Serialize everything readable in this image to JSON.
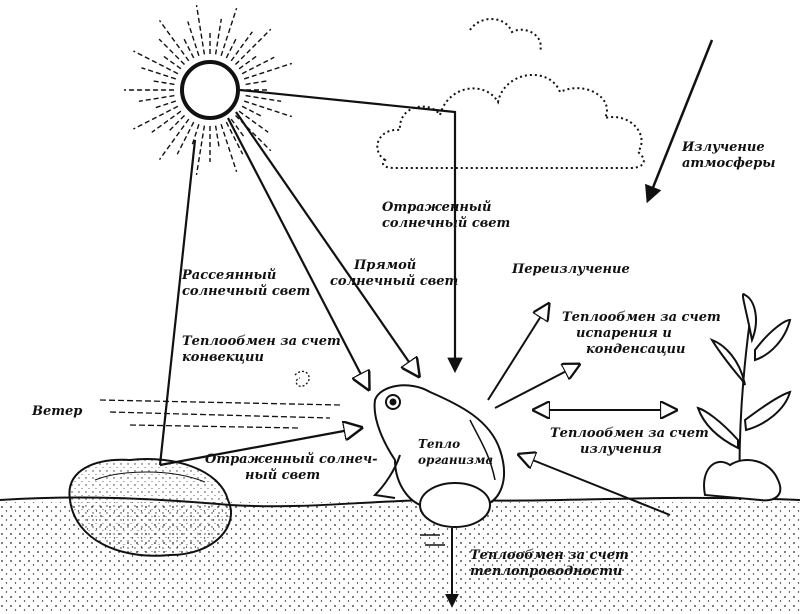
{
  "colors": {
    "ink": "#111111",
    "paper": "#ffffff"
  },
  "labels": {
    "atmosphere_radiation": [
      "Излучение",
      "атмосферы"
    ],
    "reflected_light_top": [
      "Отраженный",
      "солнечный свет"
    ],
    "direct_light": [
      "Прямой",
      "солнечный свет"
    ],
    "diffuse_light": [
      "Рассеянный",
      "солнечный свет"
    ],
    "reradiation": "Переизлучение",
    "evaporation": [
      "Теплообмен за счет",
      "испарения и",
      "конденсации"
    ],
    "convection": [
      "Теплообмен за счет",
      "конвекции"
    ],
    "wind": "Ветер",
    "radiation_exchange": [
      "Теплообмен за счет",
      "излучения"
    ],
    "body_heat": [
      "Тепло",
      "организма"
    ],
    "reflected_light_ground": [
      "Отраженный солнеч-",
      "ный свет"
    ],
    "conduction": [
      "Теплообмен за счет",
      "теплопроводности"
    ]
  },
  "icons": [
    "sun-icon",
    "cloud-icon",
    "frog-icon",
    "rock-icon",
    "plant-icon"
  ]
}
